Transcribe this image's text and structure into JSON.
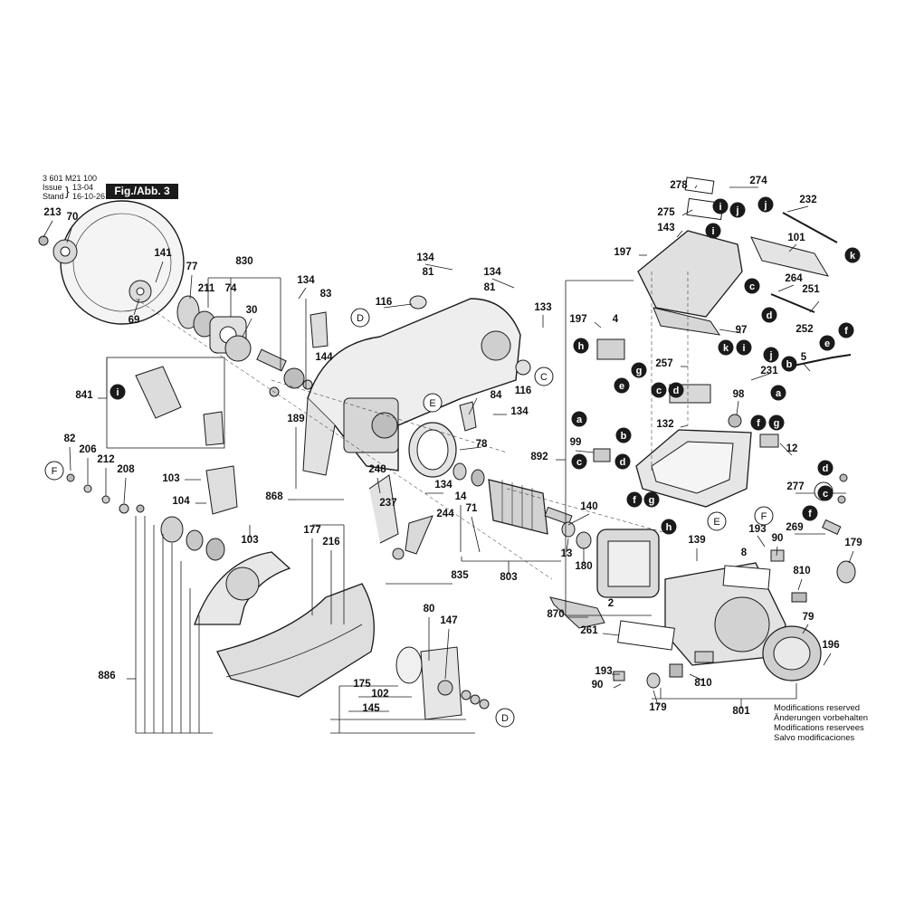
{
  "header": {
    "doc_number": "3 601 M21 100",
    "issue_label": "Issue",
    "stand_label": "Stand",
    "issue_value": "13-04",
    "stand_value": "16-10-26",
    "figure_label": "Fig./Abb. 3"
  },
  "footer_notes": [
    "Modifications reserved",
    "Änderungen vorbehalten",
    "Modifications reservees",
    "Salvo modificaciones"
  ],
  "part_labels": [
    {
      "id": "l213",
      "text": "213"
    },
    {
      "id": "l70",
      "text": "70"
    },
    {
      "id": "l141",
      "text": "141"
    },
    {
      "id": "l69",
      "text": "69"
    },
    {
      "id": "l77",
      "text": "77"
    },
    {
      "id": "l830",
      "text": "830"
    },
    {
      "id": "l211",
      "text": "211"
    },
    {
      "id": "l74",
      "text": "74"
    },
    {
      "id": "l30",
      "text": "30"
    },
    {
      "id": "l134a",
      "text": "134"
    },
    {
      "id": "l83",
      "text": "83"
    },
    {
      "id": "l144",
      "text": "144"
    },
    {
      "id": "l116a",
      "text": "116"
    },
    {
      "id": "l134b",
      "text": "134"
    },
    {
      "id": "l81a",
      "text": "81"
    },
    {
      "id": "l134c",
      "text": "134"
    },
    {
      "id": "l81b",
      "text": "81"
    },
    {
      "id": "l133",
      "text": "133"
    },
    {
      "id": "l116b",
      "text": "116"
    },
    {
      "id": "l84",
      "text": "84"
    },
    {
      "id": "l134d",
      "text": "134"
    },
    {
      "id": "l841",
      "text": "841"
    },
    {
      "id": "l189",
      "text": "189"
    },
    {
      "id": "l78",
      "text": "78"
    },
    {
      "id": "l82",
      "text": "82"
    },
    {
      "id": "l206",
      "text": "206"
    },
    {
      "id": "l212",
      "text": "212"
    },
    {
      "id": "l208",
      "text": "208"
    },
    {
      "id": "l103a",
      "text": "103"
    },
    {
      "id": "l104",
      "text": "104"
    },
    {
      "id": "l103b",
      "text": "103"
    },
    {
      "id": "l868",
      "text": "868"
    },
    {
      "id": "l248",
      "text": "248"
    },
    {
      "id": "l134e",
      "text": "134"
    },
    {
      "id": "l14",
      "text": "14"
    },
    {
      "id": "l71",
      "text": "71"
    },
    {
      "id": "l237",
      "text": "237"
    },
    {
      "id": "l244",
      "text": "244"
    },
    {
      "id": "l177",
      "text": "177"
    },
    {
      "id": "l216",
      "text": "216"
    },
    {
      "id": "l835",
      "text": "835"
    },
    {
      "id": "l803",
      "text": "803"
    },
    {
      "id": "l140",
      "text": "140"
    },
    {
      "id": "l13",
      "text": "13"
    },
    {
      "id": "l180",
      "text": "180"
    },
    {
      "id": "l2",
      "text": "2"
    },
    {
      "id": "l870",
      "text": "870"
    },
    {
      "id": "l261",
      "text": "261"
    },
    {
      "id": "l80",
      "text": "80"
    },
    {
      "id": "l147",
      "text": "147"
    },
    {
      "id": "l886",
      "text": "886"
    },
    {
      "id": "l175",
      "text": "175"
    },
    {
      "id": "l102",
      "text": "102"
    },
    {
      "id": "l145",
      "text": "145"
    },
    {
      "id": "l278",
      "text": "278"
    },
    {
      "id": "l274",
      "text": "274"
    },
    {
      "id": "l232",
      "text": "232"
    },
    {
      "id": "l275",
      "text": "275"
    },
    {
      "id": "l143",
      "text": "143"
    },
    {
      "id": "l101",
      "text": "101"
    },
    {
      "id": "l197a",
      "text": "197"
    },
    {
      "id": "l264",
      "text": "264"
    },
    {
      "id": "l251",
      "text": "251"
    },
    {
      "id": "l252",
      "text": "252"
    },
    {
      "id": "l197b",
      "text": "197"
    },
    {
      "id": "l4",
      "text": "4"
    },
    {
      "id": "l97",
      "text": "97"
    },
    {
      "id": "l5",
      "text": "5"
    },
    {
      "id": "l257",
      "text": "257"
    },
    {
      "id": "l231",
      "text": "231"
    },
    {
      "id": "l98",
      "text": "98"
    },
    {
      "id": "l132",
      "text": "132"
    },
    {
      "id": "l99",
      "text": "99"
    },
    {
      "id": "l892",
      "text": "892"
    },
    {
      "id": "l12",
      "text": "12"
    },
    {
      "id": "l277",
      "text": "277"
    },
    {
      "id": "l269",
      "text": "269"
    },
    {
      "id": "l139",
      "text": "139"
    },
    {
      "id": "l193a",
      "text": "193"
    },
    {
      "id": "l90a",
      "text": "90"
    },
    {
      "id": "l8",
      "text": "8"
    },
    {
      "id": "l179a",
      "text": "179"
    },
    {
      "id": "l810a",
      "text": "810"
    },
    {
      "id": "l79",
      "text": "79"
    },
    {
      "id": "l196",
      "text": "196"
    },
    {
      "id": "l193b",
      "text": "193"
    },
    {
      "id": "l90b",
      "text": "90"
    },
    {
      "id": "l179b",
      "text": "179"
    },
    {
      "id": "l810b",
      "text": "810"
    },
    {
      "id": "l801",
      "text": "801"
    }
  ],
  "ref_markers": [
    {
      "id": "cD1",
      "text": "D"
    },
    {
      "id": "cE1",
      "text": "E"
    },
    {
      "id": "cC1",
      "text": "C"
    },
    {
      "id": "cF1",
      "text": "F"
    },
    {
      "id": "cD2",
      "text": "D"
    },
    {
      "id": "cC2",
      "text": "C"
    },
    {
      "id": "cE2",
      "text": "E"
    },
    {
      "id": "cF2",
      "text": "F"
    }
  ],
  "connector_markers": [
    {
      "id": "k_i1",
      "text": "i"
    },
    {
      "id": "k_i2",
      "text": "i"
    },
    {
      "id": "k_j1",
      "text": "j"
    },
    {
      "id": "k_j2",
      "text": "j"
    },
    {
      "id": "k_k1",
      "text": "k"
    },
    {
      "id": "k_c1",
      "text": "c"
    },
    {
      "id": "k_d1",
      "text": "d"
    },
    {
      "id": "k_e1",
      "text": "e"
    },
    {
      "id": "k_f1",
      "text": "f"
    },
    {
      "id": "k_h1",
      "text": "h"
    },
    {
      "id": "k_g1",
      "text": "g"
    },
    {
      "id": "k_e2",
      "text": "e"
    },
    {
      "id": "k_k2",
      "text": "k"
    },
    {
      "id": "k_i3",
      "text": "i"
    },
    {
      "id": "k_j3",
      "text": "j"
    },
    {
      "id": "k_b1",
      "text": "b"
    },
    {
      "id": "k_a1",
      "text": "a"
    },
    {
      "id": "k_c2",
      "text": "c"
    },
    {
      "id": "k_d2",
      "text": "d"
    },
    {
      "id": "k_f2",
      "text": "f"
    },
    {
      "id": "k_g2",
      "text": "g"
    },
    {
      "id": "k_a2",
      "text": "a"
    },
    {
      "id": "k_b2",
      "text": "b"
    },
    {
      "id": "k_c3",
      "text": "c"
    },
    {
      "id": "k_d3",
      "text": "d"
    },
    {
      "id": "k_d4",
      "text": "d"
    },
    {
      "id": "k_c4",
      "text": "c"
    },
    {
      "id": "k_f3",
      "text": "f"
    },
    {
      "id": "k_f4",
      "text": "f"
    },
    {
      "id": "k_g3",
      "text": "g"
    },
    {
      "id": "k_h2",
      "text": "h"
    },
    {
      "id": "k_i4",
      "text": "i"
    }
  ],
  "colors": {
    "ink": "#1a1a1a",
    "part_fill": "#e6e6e6",
    "part_dark": "#8a8a8a",
    "badge": "#1a1a1a"
  }
}
